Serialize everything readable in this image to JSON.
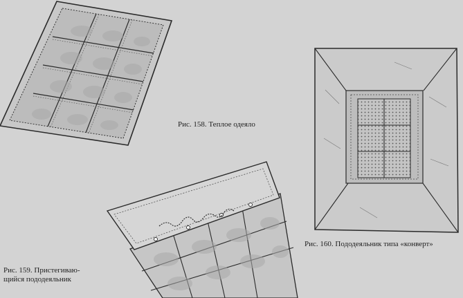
{
  "figures": [
    {
      "id": "fig158",
      "caption": "Рис. 158. Теплое одеяло"
    },
    {
      "id": "fig159",
      "caption_lines": [
        "Рис. 159. Пристегиваю-",
        "щийся пододеяльник"
      ]
    },
    {
      "id": "fig160",
      "caption": "Рис. 160. Пододеяльник типа «конверт»"
    }
  ],
  "colors": {
    "paper": "#d3d3d3",
    "ink": "#2a2a2a",
    "shade": "#a9a9a9"
  }
}
